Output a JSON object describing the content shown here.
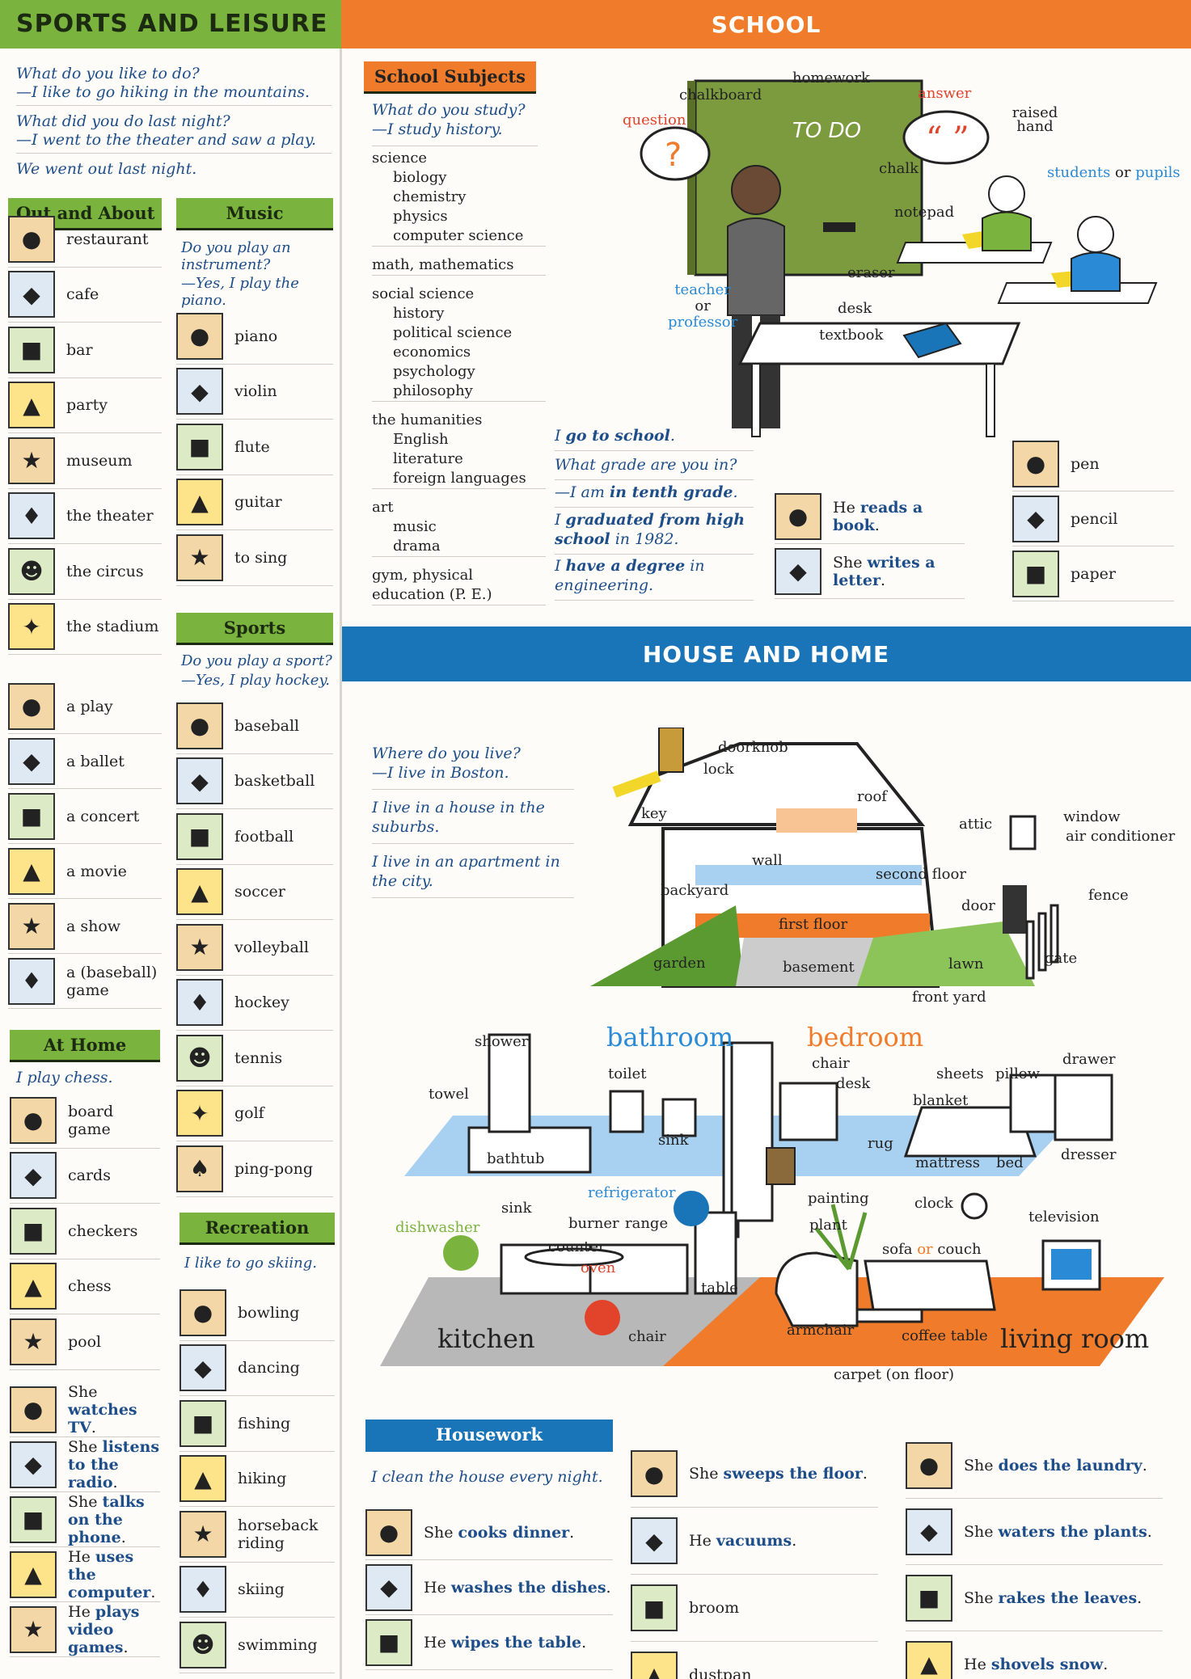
{
  "headers": {
    "sports": "SPORTS AND LEISURE",
    "school": "SCHOOL",
    "house": "HOUSE AND HOME"
  },
  "intro": [
    "What do you like to do?",
    "—I like to go hiking in the mountains.",
    "What did you do last night?",
    "—I went to the theater and saw a play.",
    "We went out last night."
  ],
  "out_about": {
    "title": "Out and About",
    "items": [
      "restaurant",
      "cafe",
      "bar",
      "party",
      "museum",
      "the theater",
      "the circus",
      "the stadium",
      "a play",
      "a ballet",
      "a concert",
      "a movie",
      "a show",
      "a (baseball) game"
    ]
  },
  "at_home": {
    "title": "At Home",
    "q": "I play chess.",
    "items": [
      "board game",
      "cards",
      "checkers",
      "chess",
      "pool"
    ]
  },
  "home_acts": [
    {
      "pre": "She ",
      "bold": "watches TV",
      "post": "."
    },
    {
      "pre": "She ",
      "bold": "listens to the radio",
      "post": "."
    },
    {
      "pre": "She ",
      "bold": "talks on the phone",
      "post": "."
    },
    {
      "pre": "He ",
      "bold": "uses the computer",
      "post": "."
    },
    {
      "pre": "He ",
      "bold": "plays video games",
      "post": "."
    }
  ],
  "music": {
    "title": "Music",
    "q1": "Do you play an instrument?",
    "q2": "—Yes, I play the piano.",
    "items": [
      "piano",
      "violin",
      "flute",
      "guitar",
      "to sing"
    ]
  },
  "sports": {
    "title": "Sports",
    "q1": "Do you play a sport?",
    "q2": "—Yes, I play hockey.",
    "items": [
      "baseball",
      "basketball",
      "football",
      "soccer",
      "volleyball",
      "hockey",
      "tennis",
      "golf",
      "ping-pong"
    ]
  },
  "recreation": {
    "title": "Recreation",
    "q": "I like to go skiing.",
    "items": [
      "bowling",
      "dancing",
      "fishing",
      "hiking",
      "horseback riding",
      "skiing",
      "swimming"
    ]
  },
  "school_subjects": {
    "title": "School Subjects",
    "q1": "What do you study?",
    "q2": "—I study history.",
    "groups": [
      [
        "science",
        "biology",
        "chemistry",
        "physics",
        "computer science"
      ],
      [
        "math, mathematics"
      ],
      [
        "social science",
        "history",
        "political science",
        "economics",
        "psychology",
        "philosophy"
      ],
      [
        "the humanities",
        "English",
        "literature",
        "foreign languages"
      ],
      [
        "art",
        "music",
        "drama"
      ],
      [
        "gym, physical education (P. E.)"
      ]
    ]
  },
  "classroom": {
    "homework": "homework",
    "chalkboard": "chalkboard",
    "question": "question",
    "answer": "answer",
    "raised_hand": "raised hand",
    "chalk": "chalk",
    "students": "students",
    "or": "or",
    "pupils": "pupils",
    "notepad": "notepad",
    "teacher": "teacher",
    "or2": "or",
    "professor": "professor",
    "eraser": "eraser",
    "desk": "desk",
    "textbook": "textbook",
    "todo": "TO DO"
  },
  "school_phrases": [
    {
      "a": "I ",
      "b": "go to school",
      "c": "."
    },
    {
      "a": "What grade are you in?",
      "b": "",
      "c": ""
    },
    {
      "a": "—I am ",
      "b": "in tenth grade",
      "c": "."
    },
    {
      "a": "I ",
      "b": "graduated from high school",
      "c": " in 1982."
    },
    {
      "a": "I ",
      "b": "have a degree",
      "c": " in engineering."
    }
  ],
  "reading": [
    {
      "pre": "He ",
      "bold": "reads a book",
      "post": "."
    },
    {
      "pre": "She ",
      "bold": "writes a letter",
      "post": "."
    }
  ],
  "supplies": [
    "pen",
    "pencil",
    "paper"
  ],
  "house_q": [
    "Where do you live?",
    "—I live in Boston.",
    "I live in a house in the suburbs.",
    "I live in an apartment in the city."
  ],
  "house_labels": {
    "doorknob": "doorknob",
    "lock": "lock",
    "key": "key",
    "roof": "roof",
    "attic": "attic",
    "window": "window",
    "ac": "air conditioner",
    "wall": "wall",
    "second_floor": "second floor",
    "backyard": "backyard",
    "door": "door",
    "fence": "fence",
    "first_floor": "first floor",
    "garden": "garden",
    "basement": "basement",
    "lawn": "lawn",
    "gate": "gate",
    "front_yard": "front yard"
  },
  "rooms": {
    "bathroom": "bathroom",
    "bedroom": "bedroom",
    "shower": "shower",
    "towel": "towel",
    "toilet": "toilet",
    "sink": "sink",
    "bathtub": "bathtub",
    "chair": "chair",
    "desk": "desk",
    "sheets": "sheets",
    "pillow": "pillow",
    "blanket": "blanket",
    "drawer": "drawer",
    "rug": "rug",
    "mattress": "mattress",
    "bed": "bed",
    "dresser": "dresser",
    "dishwasher": "dishwasher",
    "ksink": "sink",
    "refrigerator": "refrigerator",
    "burner": "burner",
    "range": "range",
    "counter": "counter",
    "oven": "oven",
    "table": "table",
    "kchair": "chair",
    "kitchen": "kitchen",
    "painting": "painting",
    "plant": "plant",
    "clock": "clock",
    "television": "television",
    "sofa": "sofa",
    "or": "or",
    "couch": "couch",
    "armchair": "armchair",
    "coffee_table": "coffee table",
    "living_room": "living room",
    "carpet": "carpet (on floor)"
  },
  "housework": {
    "title": "Housework",
    "q": "I clean the house every night.",
    "col1": [
      {
        "pre": "She ",
        "bold": "cooks dinner",
        "post": "."
      },
      {
        "pre": "He ",
        "bold": "washes the dishes",
        "post": "."
      },
      {
        "pre": "He ",
        "bold": "wipes the table",
        "post": "."
      }
    ],
    "col2": [
      {
        "pre": "She ",
        "bold": "sweeps the floor",
        "post": "."
      },
      {
        "pre": "He ",
        "bold": "vacuums",
        "post": "."
      },
      {
        "pre": "broom",
        "bold": "",
        "post": ""
      },
      {
        "pre": "dustpan",
        "bold": "",
        "post": ""
      }
    ],
    "col3": [
      {
        "pre": "She ",
        "bold": "does the laundry",
        "post": "."
      },
      {
        "pre": "She ",
        "bold": "waters the plants",
        "post": "."
      },
      {
        "pre": "She ",
        "bold": "rakes the leaves",
        "post": "."
      },
      {
        "pre": "He ",
        "bold": "shovels snow",
        "post": "."
      }
    ]
  },
  "colors": {
    "green": "#7ab33d",
    "orange": "#f07b2a",
    "blue": "#1a74b8",
    "text_blue": "#1d4e8a"
  }
}
